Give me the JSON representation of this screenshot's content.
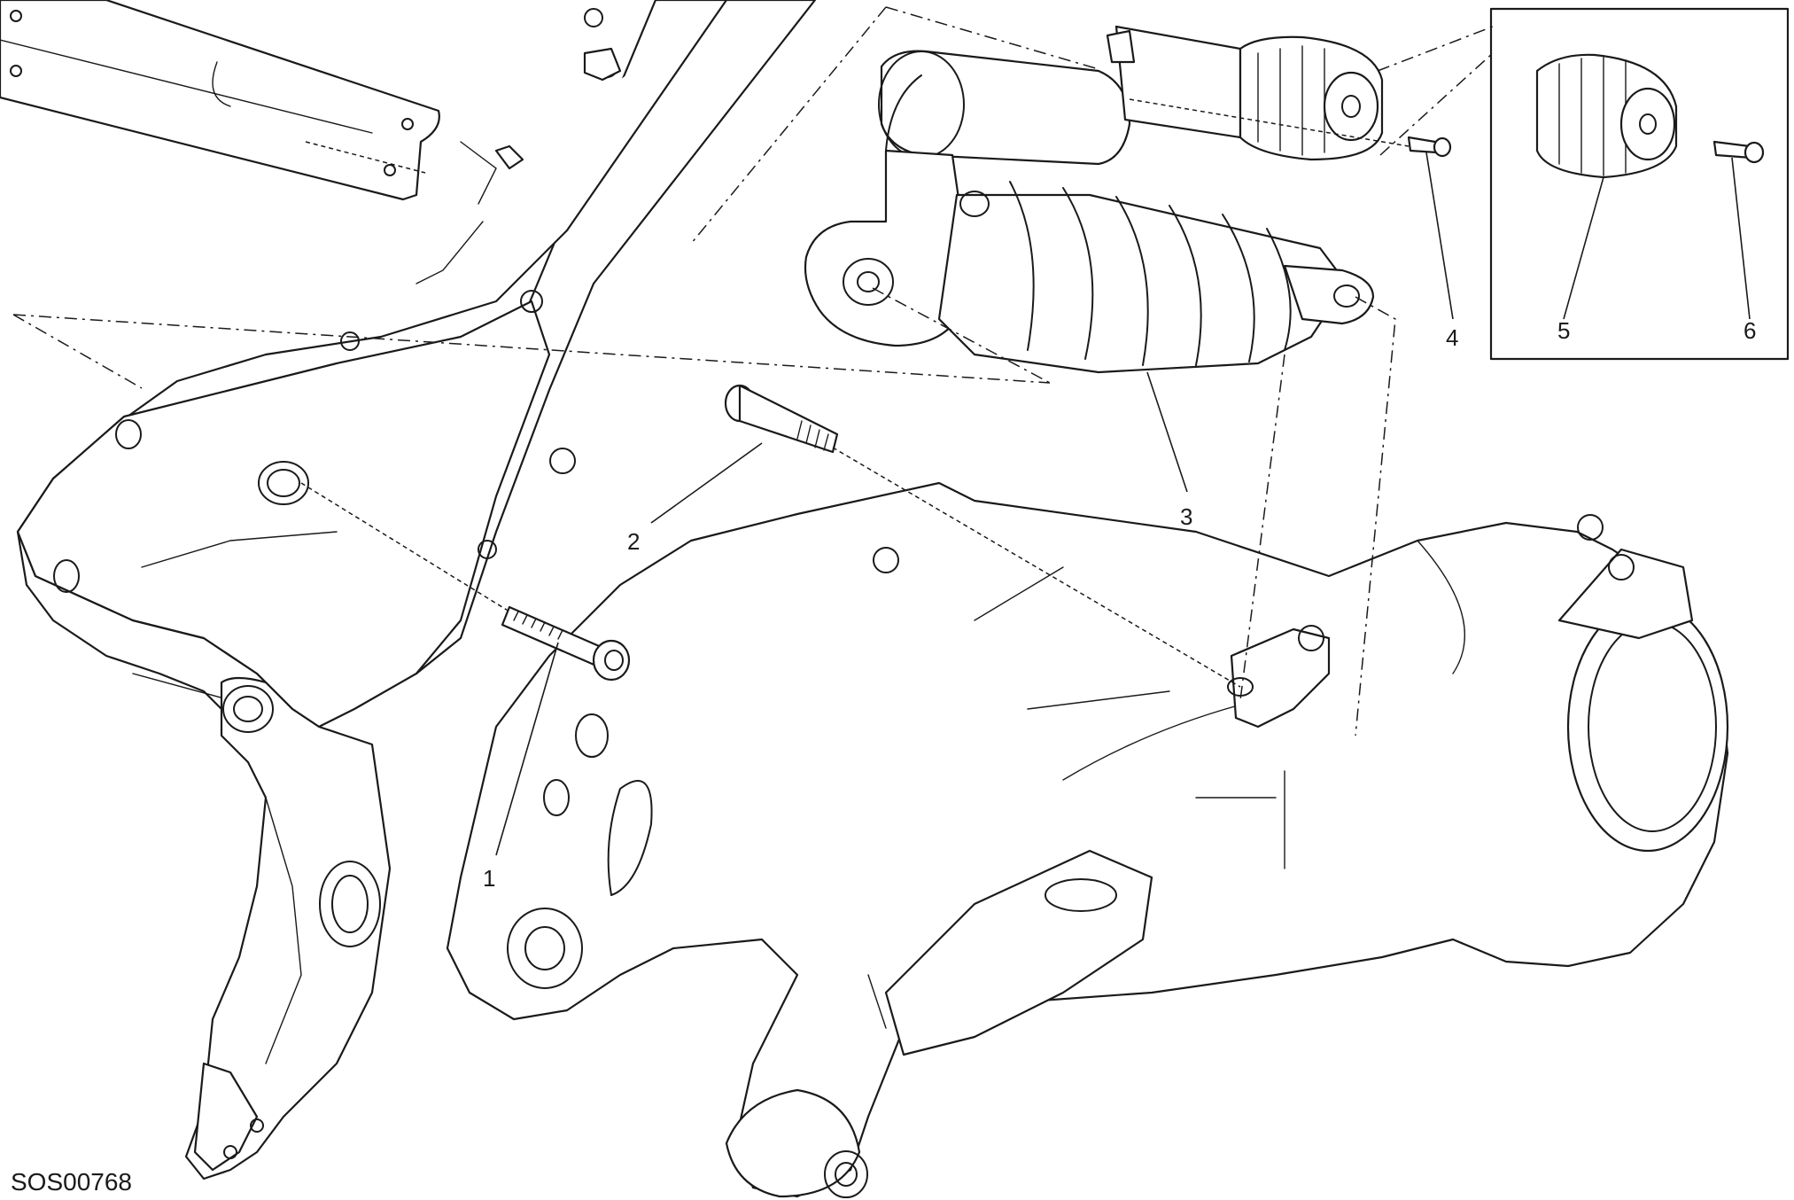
{
  "drawing": {
    "code": "SOS00768",
    "colors": {
      "line": "#1a1a1a",
      "background": "#ffffff"
    }
  },
  "callouts": [
    {
      "id": "1",
      "label": "1"
    },
    {
      "id": "2",
      "label": "2"
    },
    {
      "id": "3",
      "label": "3"
    },
    {
      "id": "4",
      "label": "4"
    },
    {
      "id": "5",
      "label": "5"
    },
    {
      "id": "6",
      "label": "6"
    }
  ]
}
